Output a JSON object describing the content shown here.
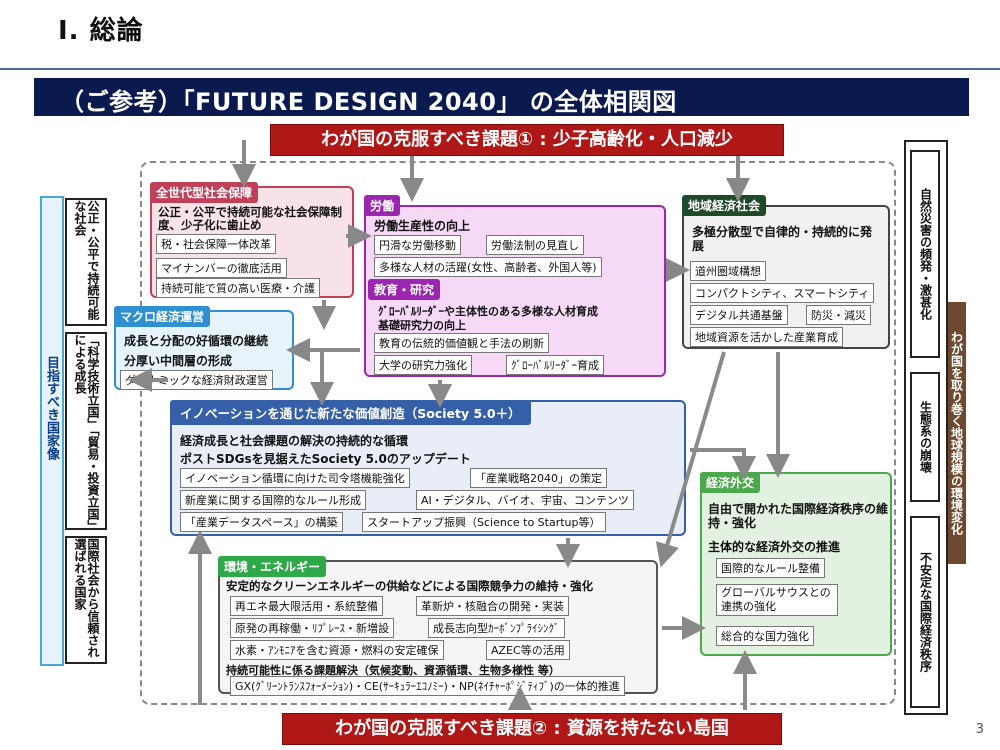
{
  "page": {
    "section_heading": "Ⅰ. 総論",
    "title": "（ご参考）「FUTURE DESIGN 2040」 の全体相関図",
    "page_number": "3"
  },
  "challenges": {
    "top": "わが国の克服すべき課題① : 少子高齢化・人口減少",
    "bottom": "わが国の克服すべき課題② : 資源を持たない島国"
  },
  "left_panel": {
    "label": "目指すべき国家像",
    "goals": [
      "公正・公平で持続可能な社会",
      "「科学技術立国」「貿易・投資立国」による成長",
      "国際社会から信頼され選ばれる国家"
    ]
  },
  "right_panel": {
    "label": "わが国を取り巻く地球規模の環境変化",
    "items": [
      "自然災害の頻発・激甚化",
      "生態系の崩壊",
      "不安定な国際経済秩序"
    ]
  },
  "sections": {
    "social_security": {
      "title": "全世代型社会保障",
      "heading": "公正・公平で持続可能な社会保障制度、少子化に歯止め",
      "items": [
        "税・社会保障一体改革",
        "マイナンバーの徹底活用",
        "持続可能で質の高い医療・介護"
      ]
    },
    "labor": {
      "title": "労働",
      "heading": "労働生産性の向上",
      "items": [
        "円滑な労働移動",
        "労働法制の見直し",
        "多様な人材の活躍(女性、高齢者、外国人等)"
      ]
    },
    "education": {
      "title": "教育・研究",
      "heading": "ｸﾞﾛｰﾊﾞﾙﾘｰﾀﾞｰや主体性のある多様な人材育成",
      "heading2": "基礎研究力の向上",
      "items": [
        "教育の伝統的価値観と手法の刷新",
        "大学の研究力強化",
        "ｸﾞﾛｰﾊﾞﾙﾘｰﾀﾞｰ育成"
      ]
    },
    "regional": {
      "title": "地域経済社会",
      "heading": "多極分散型で自律的・持続的に発展",
      "items": [
        "道州圏域構想",
        "コンパクトシティ、スマートシティ",
        "デジタル共通基盤",
        "防災・減災",
        "地域資源を活かした産業育成"
      ]
    },
    "macro": {
      "title": "マクロ経済運営",
      "lines": [
        "成長と分配の好循環の継続",
        "分厚い中間層の形成"
      ],
      "items": [
        "ダイナミックな経済財政運営"
      ]
    },
    "innovation": {
      "title": "イノベーションを通じた新たな価値創造（Society 5.0＋）",
      "lines": [
        "経済成長と社会課題の解決の持続的な循環",
        "ポストSDGsを見据えたSociety 5.0のアップデート"
      ],
      "items": [
        "イノベーション循環に向けた司令塔機能強化",
        "「産業戦略2040」の策定",
        "新産業に関する国際的なルール形成",
        "AI・デジタル、バイオ、宇宙、コンテンツ",
        "「産業データスペース」の構築",
        "スタートアップ振興（Science to Startup等）"
      ]
    },
    "diplomacy": {
      "title": "経済外交",
      "heading": "自由で開かれた国際経済秩序の維持・強化",
      "heading2": "主体的な経済外交の推進",
      "items": [
        "国際的なルール整備",
        "グローバルサウスとの連携の強化",
        "総合的な国力強化"
      ]
    },
    "energy": {
      "title": "環境・エネルギー",
      "heading": "安定的なクリーンエネルギーの供給などによる国際競争力の維持・強化",
      "items": [
        "再エネ最大限活用・系統整備",
        "革新炉・核融合の開発・実装",
        "原発の再稼働・ﾘﾌﾟﾚｰｽ・新増設",
        "成長志向型ｶｰﾎﾞﾝﾌﾟﾗｲｼﾝｸﾞ",
        "水素・ｱﾝﾓﾆｱを含む資源・燃料の安定確保",
        "AZEC等の活用"
      ],
      "heading2": "持続可能性に係る課題解決（気候変動、資源循環、生物多様性 等）",
      "footer": "GX(ｸﾞﾘｰﾝﾄﾗﾝｽﾌｫｰﾒｰｼｮﾝ)・CE(ｻｰｷｭﾗｰｴｺﾉﾐｰ)・NP(ﾈｲﾁｬｰﾎﾟｼﾞﾃｨﾌﾞ)の一体的推進"
    }
  },
  "colors": {
    "navy": "#0b1a4e",
    "red": "#b01818",
    "social_security": "#c0405a",
    "labor": "#9b27b0",
    "regional": "#1e4a2a",
    "macro": "#2f8fd0",
    "innovation": "#3560a8",
    "diplomacy": "#4ca84c",
    "energy": "#2fa84a"
  }
}
